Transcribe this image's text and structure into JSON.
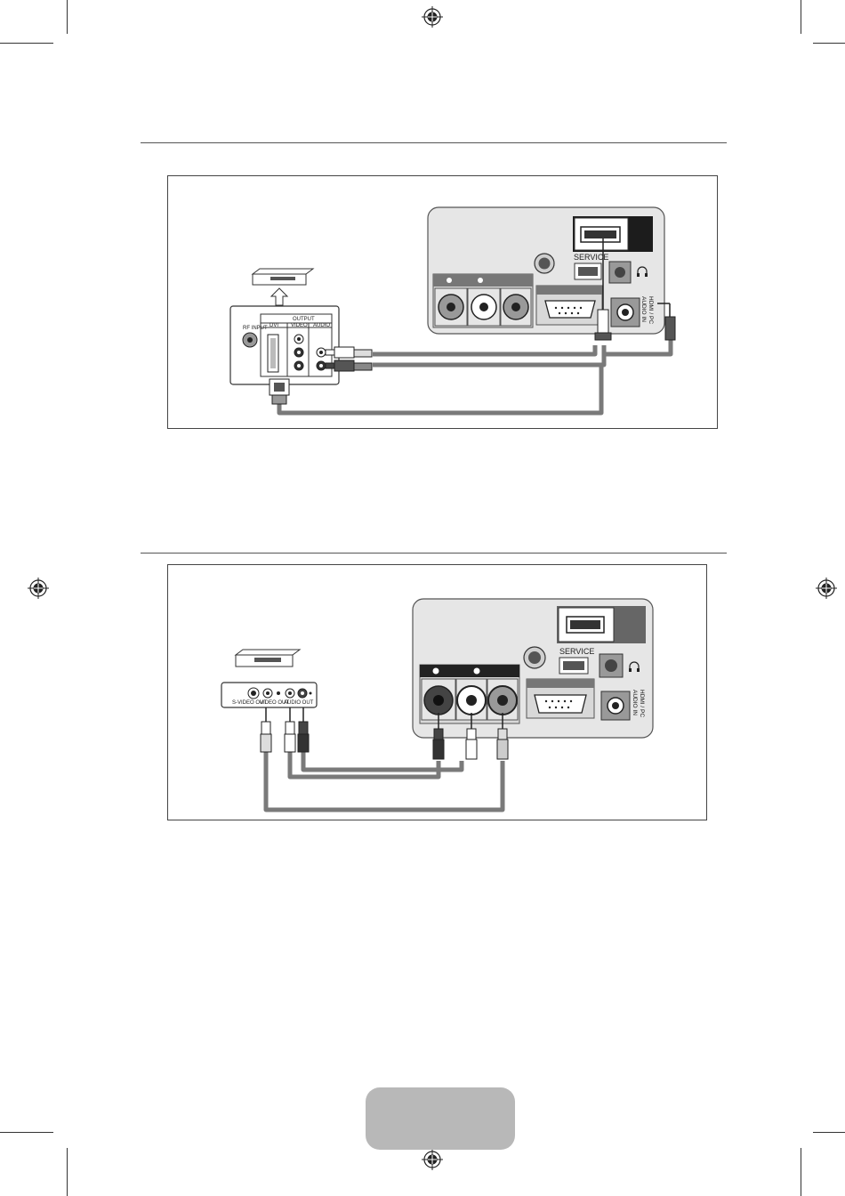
{
  "diagram1": {
    "tv_panel": {
      "service_label": "SERVICE",
      "audio_in_label_line1": "HDMI / PC",
      "audio_in_label_line2": "AUDIO IN"
    },
    "device_panel": {
      "rf_label": "RF INPUT",
      "output_label": "OUTPUT",
      "dvi_label": "DVI",
      "video_label": "VIDEO",
      "audio_label": "AUDIO"
    }
  },
  "diagram2": {
    "tv_panel": {
      "service_label": "SERVICE",
      "audio_in_label_line1": "HDMI / PC",
      "audio_in_label_line2": "AUDIO IN"
    },
    "device_panel": {
      "svideo_label": "S-VIDEO OUT",
      "video_out_label": "VIDEO OUT",
      "audio_out_label": "AUDIO OUT"
    }
  },
  "colors": {
    "panel_fill": "#e6e6e6",
    "cable": "#7a7a7a",
    "page_tab": "#b8b8b8"
  },
  "icons": [
    "registration-mark-icon",
    "headphone-icon",
    "power-icon",
    "hdmi-port-icon",
    "vga-port-icon"
  ]
}
